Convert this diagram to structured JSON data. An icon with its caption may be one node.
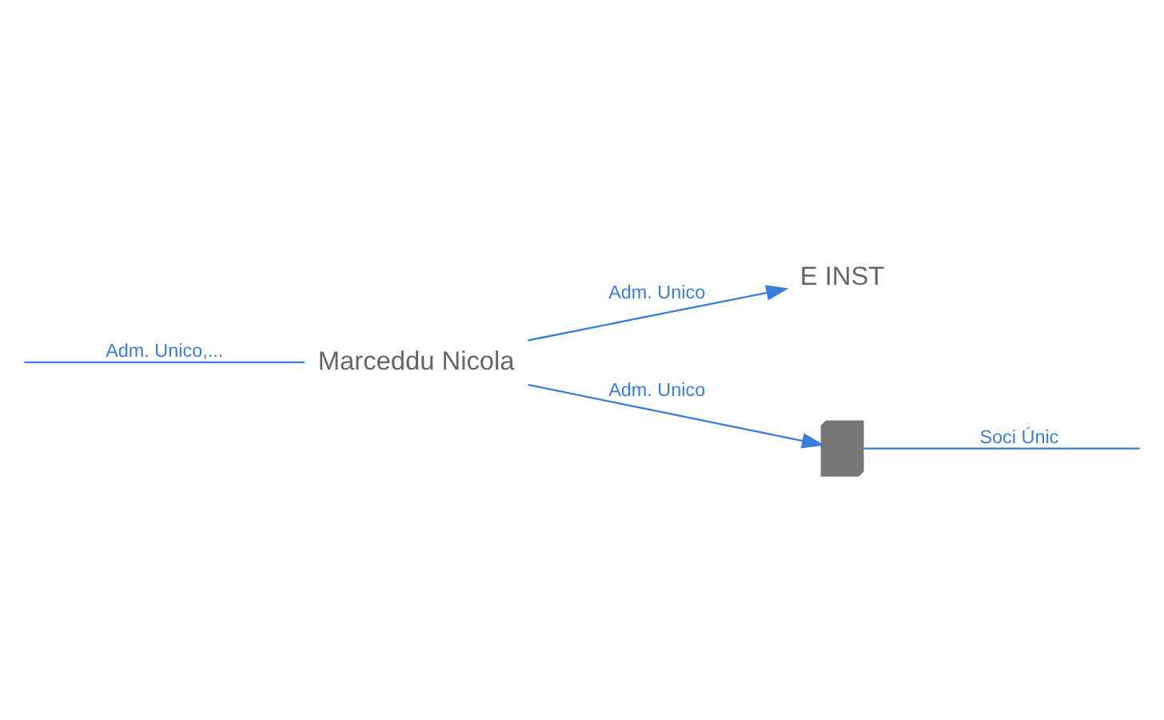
{
  "diagram": {
    "nodes": [
      {
        "text": [
          "Marceddu Nicola"
        ]
      },
      {
        "text": [
          "E INST"
        ]
      },
      {
        "text": [],
        "shape": "building"
      }
    ],
    "edges": [
      {
        "from": null,
        "to": 0,
        "arrow": "none",
        "label": "Adm. Unico,..."
      },
      {
        "from": 0,
        "to": 1,
        "arrow": "to",
        "label": "Adm. Unico"
      },
      {
        "from": 0,
        "to": 2,
        "arrow": "to",
        "label": "Adm. Unico"
      },
      {
        "from": 2,
        "to": null,
        "arrow": "none",
        "label": "Soci Únic"
      }
    ]
  }
}
